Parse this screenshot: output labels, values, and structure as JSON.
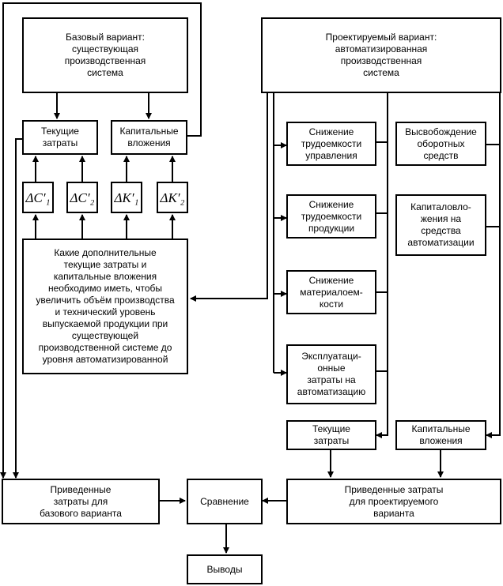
{
  "base": {
    "base_variant": "Базовый вариант:\nсуществующая\nпроизводственная\nсистема",
    "current_costs": "Текущие\nзатраты",
    "capital_investments": "Капитальные\nвложения",
    "delta_c1": "ΔC′₁",
    "delta_c2": "ΔC′₂",
    "delta_k1": "ΔK′₁",
    "delta_k2": "ΔK′₂",
    "additional_costs_question": "Какие дополнительные\nтекущие затраты и\nкапитальные вложения\nнеобходимо иметь, чтобы\nувеличить объём производства\nи технический уровень\nвыпускаемой продукции при\nсуществующей\nпроизводственной системе до\nуровня автоматизированной",
    "reduced_costs_base": "Приведенные\nзатраты для\nбазового варианта"
  },
  "project": {
    "project_variant": "Проектируемый вариант:\nавтоматизированная\nпроизводственная\nсистема",
    "reduce_mgmt_labor": "Снижение\nтрудоемкости\nуправления",
    "reduce_product_labor": "Снижение\nтрудоемкости\nпродукции",
    "reduce_material": "Снижение\nматериалоем-\nкости",
    "automation_operating_costs": "Эксплуатаци-\nонные\nзатраты на\nавтоматизацию",
    "working_capital_release": "Высвобождение\nоборотных\nсредств",
    "automation_capital": "Капиталовло-\nжения на\nсредства\nавтоматизации",
    "current_costs": "Текущие\nзатраты",
    "capital_investments": "Капитальные\nвложения",
    "reduced_costs_project": "Приведенные затраты\nдля проектируемого\nварианта"
  },
  "result": {
    "comparison": "Сравнение",
    "conclusions": "Выводы"
  },
  "colors": {
    "stroke": "#000000",
    "background": "#ffffff"
  }
}
